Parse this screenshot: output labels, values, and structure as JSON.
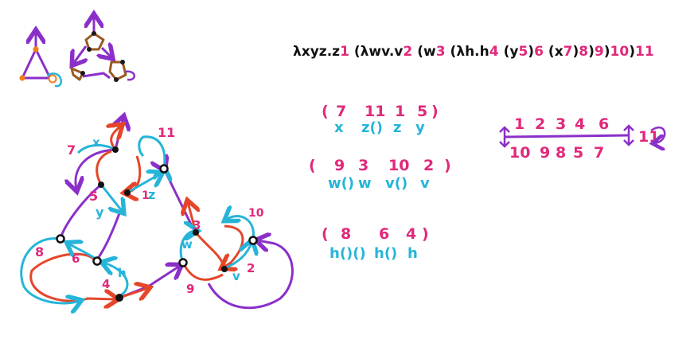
{
  "colors": {
    "black": "#111111",
    "magenta": "#e0297a",
    "cyan": "#26b5d8",
    "purple": "#8b2fc9",
    "red": "#e5462a",
    "orange": "#f07f1a",
    "brown": "#9a5a22"
  },
  "expression": {
    "tokens": [
      {
        "text": "λxyz.z",
        "color": "black"
      },
      {
        "text": "1",
        "color": "magenta"
      },
      {
        "text": "(λwv.v",
        "color": "black"
      },
      {
        "text": "2",
        "color": "magenta"
      },
      {
        "text": "(w",
        "color": "black"
      },
      {
        "text": "3",
        "color": "magenta"
      },
      {
        "text": "(λh.h",
        "color": "black"
      },
      {
        "text": "4",
        "color": "magenta"
      },
      {
        "text": "(y",
        "color": "black"
      },
      {
        "text": "5",
        "color": "magenta"
      },
      {
        "text": ")",
        "color": "black"
      },
      {
        "text": "6",
        "color": "magenta"
      },
      {
        "text": "(x",
        "color": "black"
      },
      {
        "text": "7",
        "color": "magenta"
      },
      {
        "text": ")",
        "color": "black"
      },
      {
        "text": "8",
        "color": "magenta"
      },
      {
        "text": ")",
        "color": "black"
      },
      {
        "text": "9",
        "color": "magenta"
      },
      {
        "text": ")",
        "color": "black"
      },
      {
        "text": "10",
        "color": "magenta"
      },
      {
        "text": ")",
        "color": "black"
      },
      {
        "text": "11",
        "color": "magenta"
      }
    ]
  },
  "groups": [
    {
      "open": "(",
      "close": ")",
      "numbers": [
        "7",
        "11",
        "1",
        "5"
      ],
      "vars": [
        "x",
        "z()",
        "z",
        "y"
      ]
    },
    {
      "open": "(",
      "close": ")",
      "numbers": [
        "9",
        "3",
        "10",
        "2"
      ],
      "vars": [
        "w()",
        "w",
        "v()",
        "v"
      ]
    },
    {
      "open": "(",
      "close": ")",
      "numbers": [
        "8",
        "6",
        "4"
      ],
      "vars": [
        "h()()",
        "h()",
        "h"
      ]
    }
  ],
  "order_line": {
    "top": [
      "1",
      "2",
      "3",
      "4",
      "6"
    ],
    "bottom": [
      "10",
      "9",
      "8",
      "5",
      "7"
    ],
    "right": "11"
  },
  "graph_labels": {
    "edge_numbers": [
      "7",
      "11",
      "5",
      "1",
      "8",
      "6",
      "4",
      "3",
      "10",
      "9",
      "2"
    ],
    "vars": [
      "x",
      "z",
      "y",
      "h",
      "w",
      "v"
    ]
  }
}
